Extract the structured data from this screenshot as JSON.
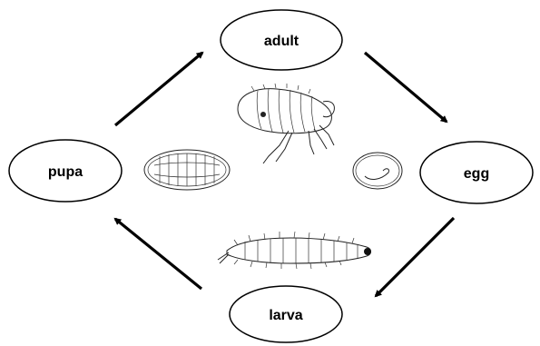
{
  "stages": {
    "adult": "adult",
    "egg": "egg",
    "larva": "larva",
    "pupa": "pupa"
  },
  "illustrations": {
    "adult": "flea-adult-drawing",
    "egg": "flea-egg-drawing",
    "larva": "flea-larva-drawing",
    "pupa": "flea-pupa-drawing"
  },
  "colors": {
    "stroke": "#000000",
    "background": "#ffffff"
  }
}
